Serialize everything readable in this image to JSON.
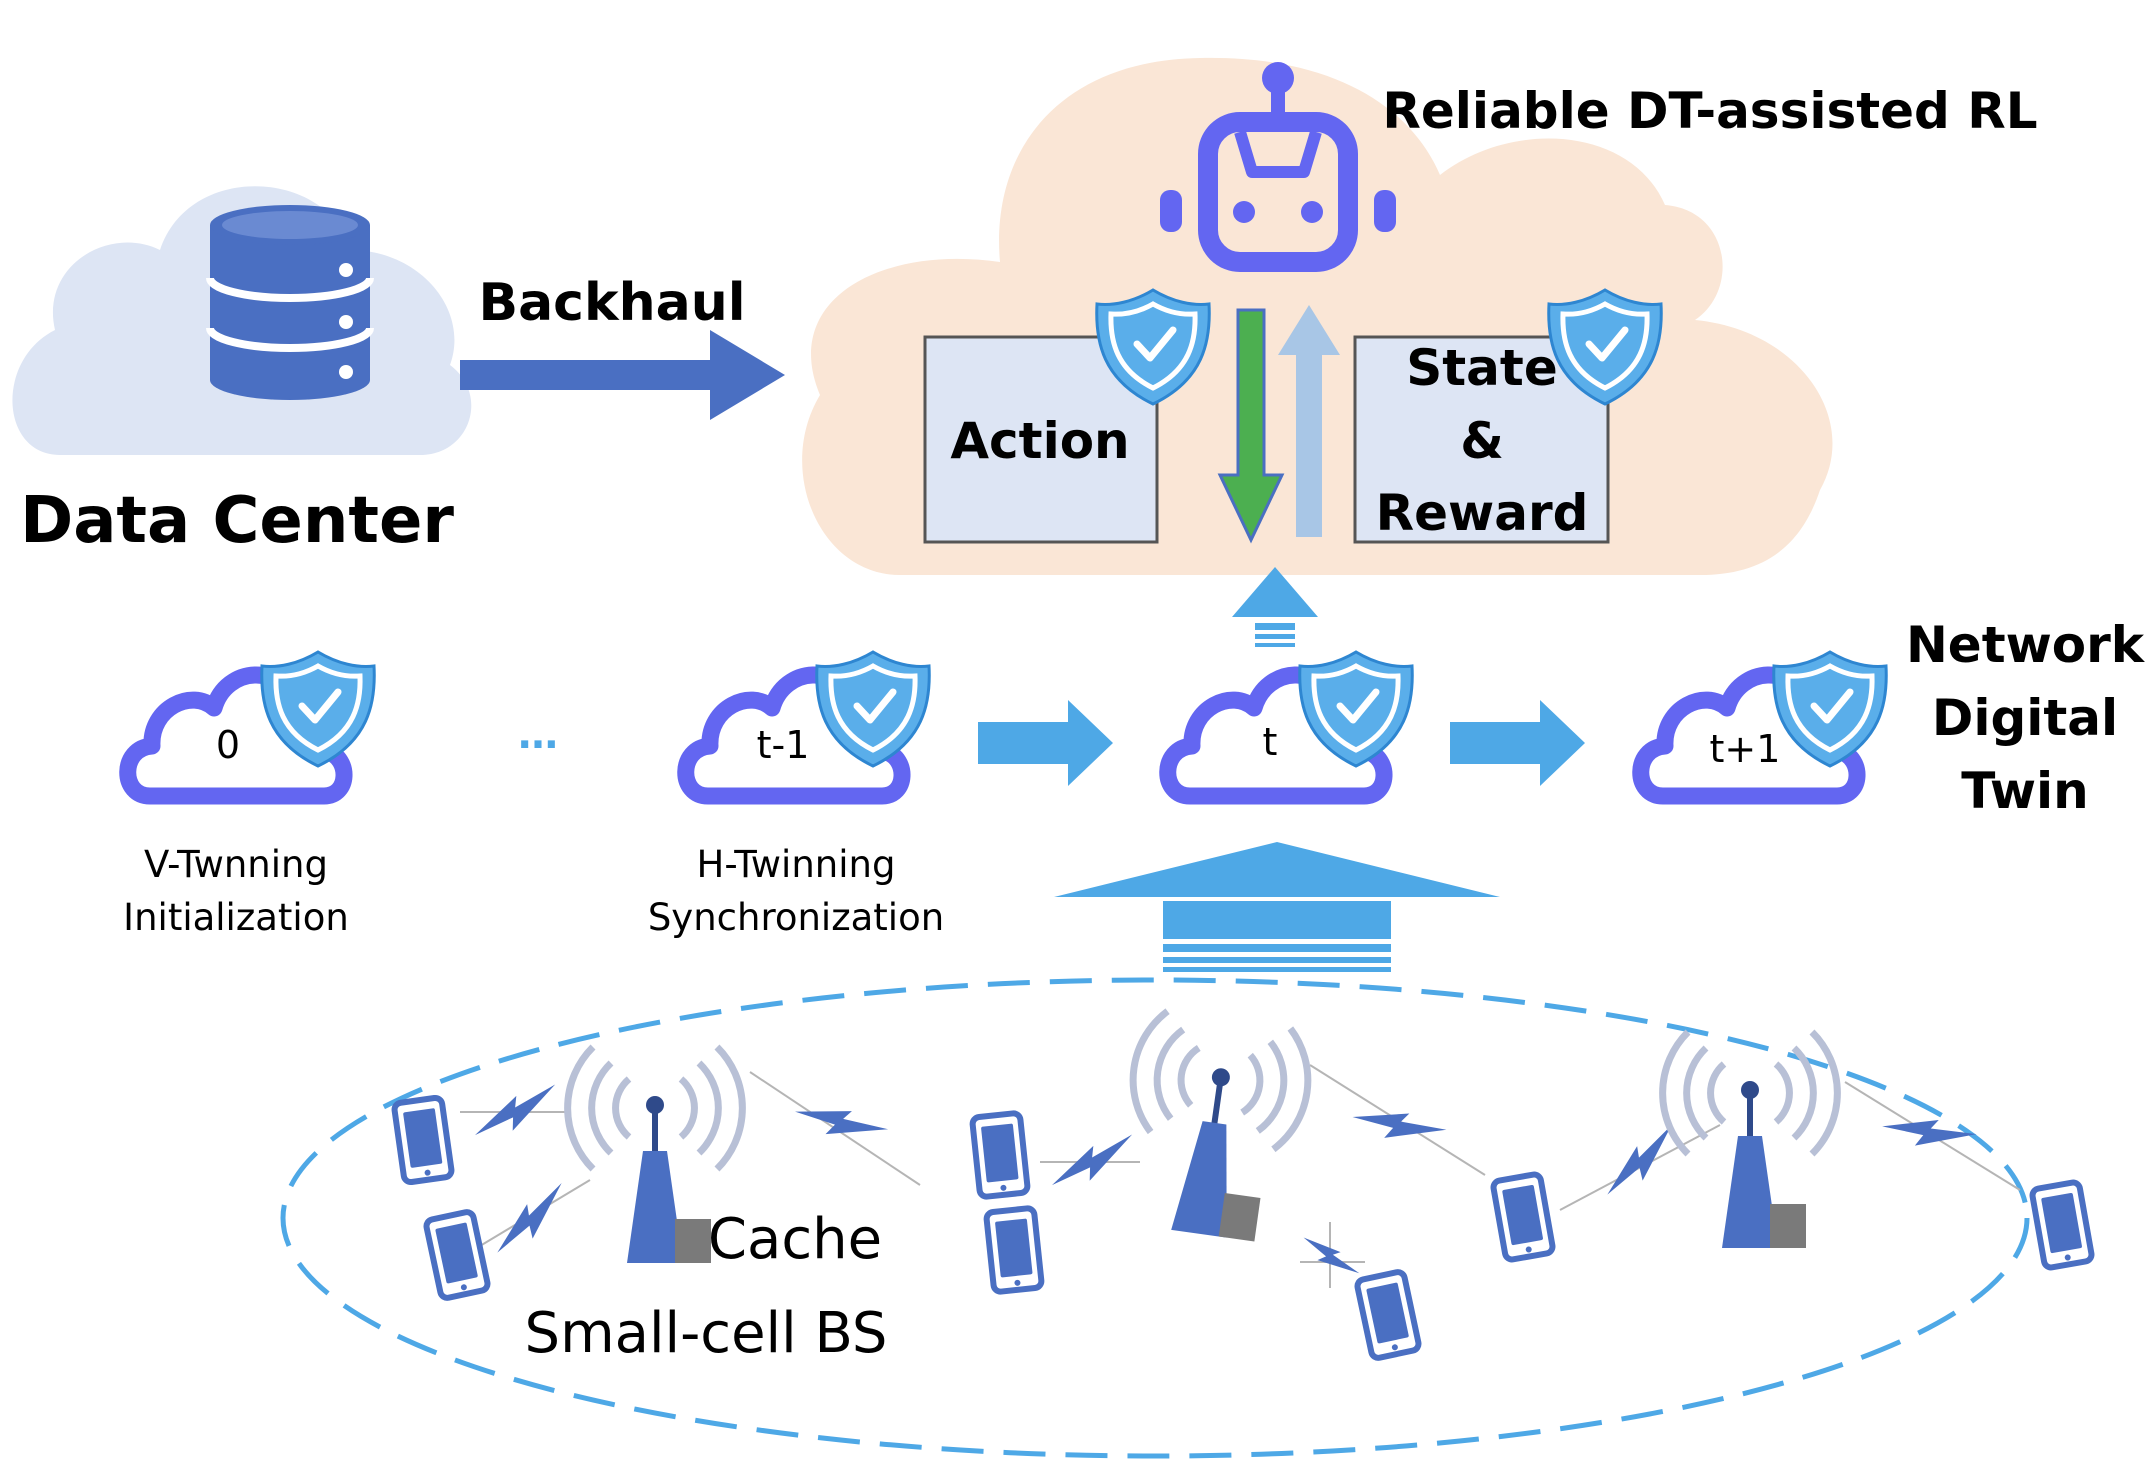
{
  "labels": {
    "rl_title": "Reliable DT-assisted RL",
    "backhaul": "Backhaul",
    "data_center": "Data Center",
    "action": "Action",
    "state_line1": "State",
    "state_line2": "&",
    "state_line3": "Reward",
    "ndt_line1": "Network",
    "ndt_line2": "Digital",
    "ndt_line3": "Twin",
    "twin_0": "0",
    "twin_ellipsis": "…",
    "twin_t_minus_1": "t-1",
    "twin_t": "t",
    "twin_t_plus_1": "t+1",
    "v_twin_line1": "V-Twnning",
    "v_twin_line2": "Initialization",
    "h_twin_line1": "H-Twinning",
    "h_twin_line2": "Synchronization",
    "cache": "Cache",
    "small_cell": "Small-cell BS"
  },
  "colors": {
    "robot": "#6366f1",
    "twin_cloud": "#6366f1",
    "shield": "#5aaeea",
    "arrow_light": "#4ea8e6",
    "backhaul_arrow": "#4a6fc2",
    "rl_cloud": "#fae6d6",
    "dc_cloud": "#dde5f4",
    "db": "#4a6fc2",
    "box_fill": "#dde5f4",
    "action_arrow": "#4caf50",
    "state_arrow": "#a8c6e6",
    "ellipse": "#4ea8e6",
    "tower": "#4a6fc2",
    "phone": "#4a6fc2",
    "lightning": "#4a6fc2"
  },
  "icons": [
    "robot-icon",
    "database-icon",
    "shield-check-icon",
    "cloud-icon",
    "antenna-tower-icon",
    "smartphone-icon",
    "lightning-icon"
  ]
}
